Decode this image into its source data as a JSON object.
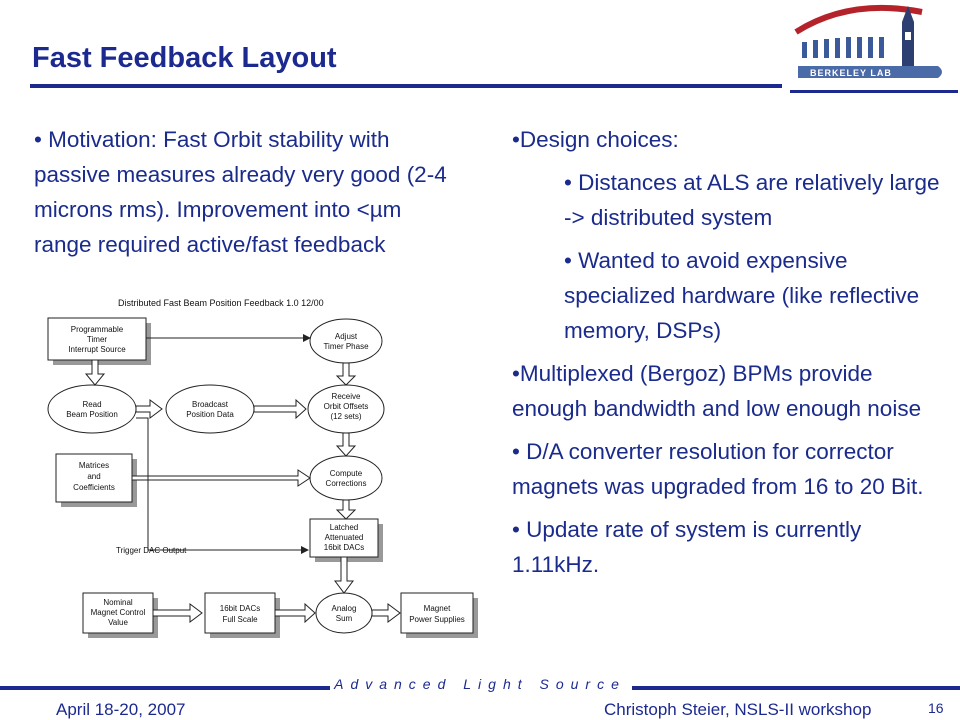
{
  "slide": {
    "title": "Fast Feedback Layout",
    "left": {
      "motivation": "• Motivation: Fast Orbit stability with passive measures already very good (2-4 microns rms). Improvement into <µm range required active/fast feedback"
    },
    "right": {
      "design_heading": "•Design choices:",
      "design_items": [
        "• Distances at ALS are relatively large -> distributed system",
        "• Wanted to avoid expensive specialized hardware (like reflective memory, DSPs)"
      ],
      "multiplexed": "•Multiplexed (Bergoz) BPMs provide enough bandwidth and low enough noise",
      "dac": "• D/A converter resolution for corrector magnets was upgraded from 16 to 20 Bit.",
      "update_rate": "• Update rate of system is currently 1.11kHz."
    }
  },
  "diagram": {
    "title": "Distributed Fast Beam Position Feedback 1.0 12/00",
    "blocks": {
      "timer": [
        "Programmable",
        "Timer",
        "Interrupt Source"
      ],
      "read_beam": [
        "Read",
        "Beam Position"
      ],
      "broadcast": [
        "Broadcast",
        "Position Data"
      ],
      "adjust": [
        "Adjust",
        "Timer Phase"
      ],
      "receive": [
        "Receive",
        "Orbit Offsets",
        "(12 sets)"
      ],
      "matrices": [
        "Matrices",
        "and",
        "Coefficients"
      ],
      "compute": [
        "Compute",
        "Corrections"
      ],
      "latched": [
        "Latched",
        "Attenuated",
        "16bit DACs"
      ],
      "nominal": [
        "Nominal",
        "Magnet Control",
        "Value"
      ],
      "dac_full": [
        "16bit DACs",
        "Full Scale"
      ],
      "analog": [
        "Analog",
        "Sum"
      ],
      "magnet_ps": [
        "Magnet",
        "Power Supplies"
      ]
    },
    "trigger_label": "Trigger DAC Output"
  },
  "logo": {
    "label": "BERKELEY LAB",
    "icon": "berkeley-lab-logo-icon"
  },
  "footer": {
    "center": "Advanced Light Source",
    "date": "April 18-20, 2007",
    "author": "Christoph Steier, NSLS-II workshop",
    "page": "16"
  },
  "colors": {
    "text": "#1a2b8c",
    "rule": "#1c2a8f"
  }
}
